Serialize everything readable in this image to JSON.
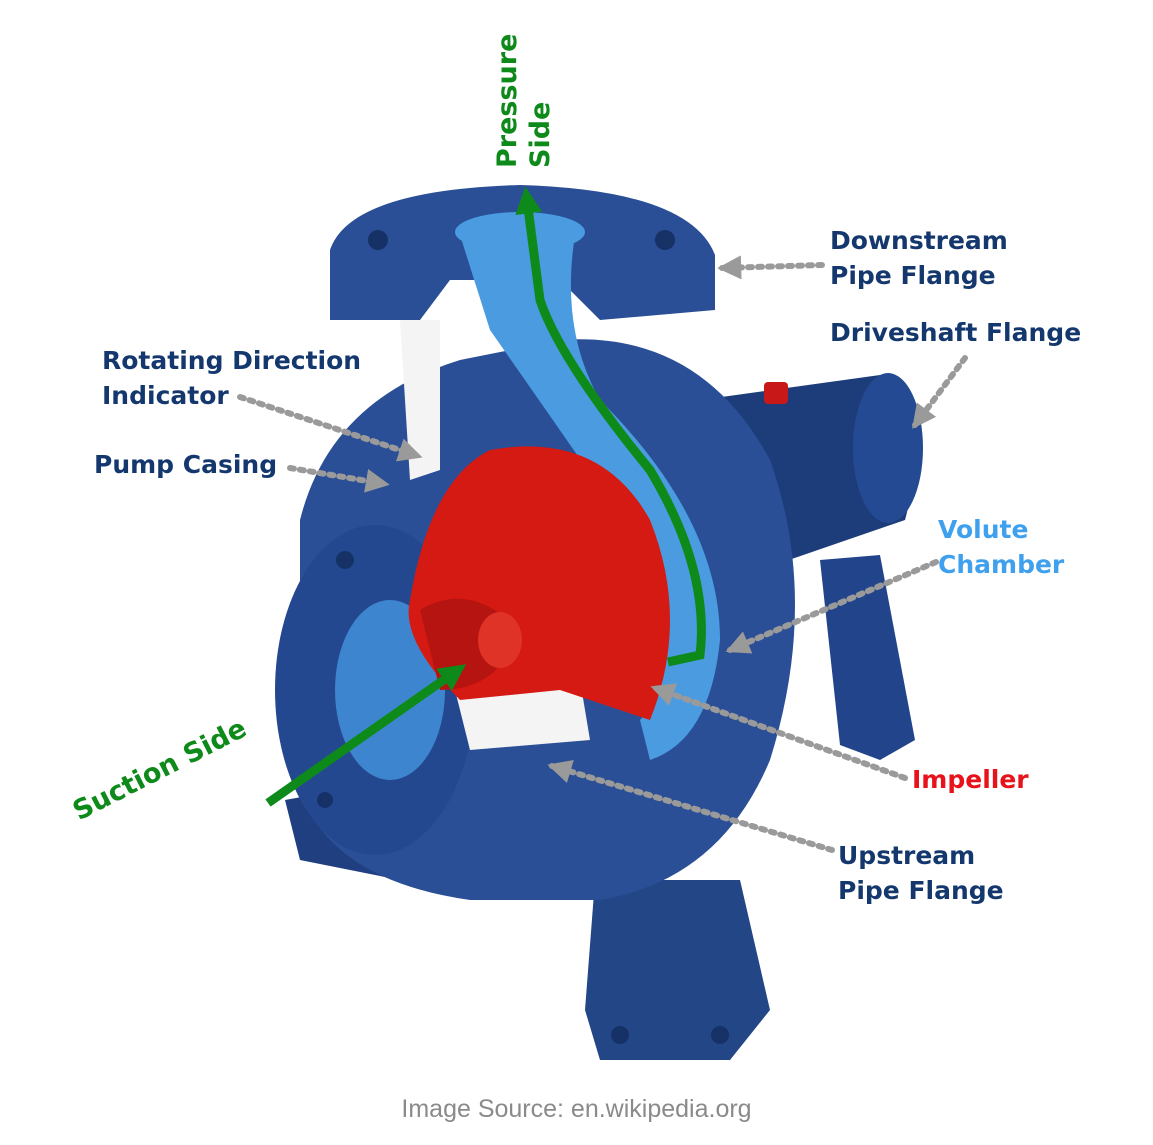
{
  "colors": {
    "casing": "#2a4f96",
    "volute": "#4a9be0",
    "impeller": "#d41a12",
    "flow_arrow": "#0e8a1a",
    "pointer": "#999999",
    "label_text": "#14386e"
  },
  "labels": {
    "pressure_side": [
      "Pressure",
      "Side"
    ],
    "downstream_pipe_flange": [
      "Downstream",
      "Pipe Flange"
    ],
    "driveshaft_flange": "Driveshaft Flange",
    "rotating_direction_indicator": [
      "Rotating Direction",
      "Indicator"
    ],
    "pump_casing": "Pump Casing",
    "volute_chamber": [
      "Volute",
      "Chamber"
    ],
    "impeller": "Impeller",
    "upstream_pipe_flange": [
      "Upstream",
      "Pipe Flange"
    ],
    "suction_side": "Suction Side"
  },
  "source": "Image Source: en.wikipedia.org"
}
